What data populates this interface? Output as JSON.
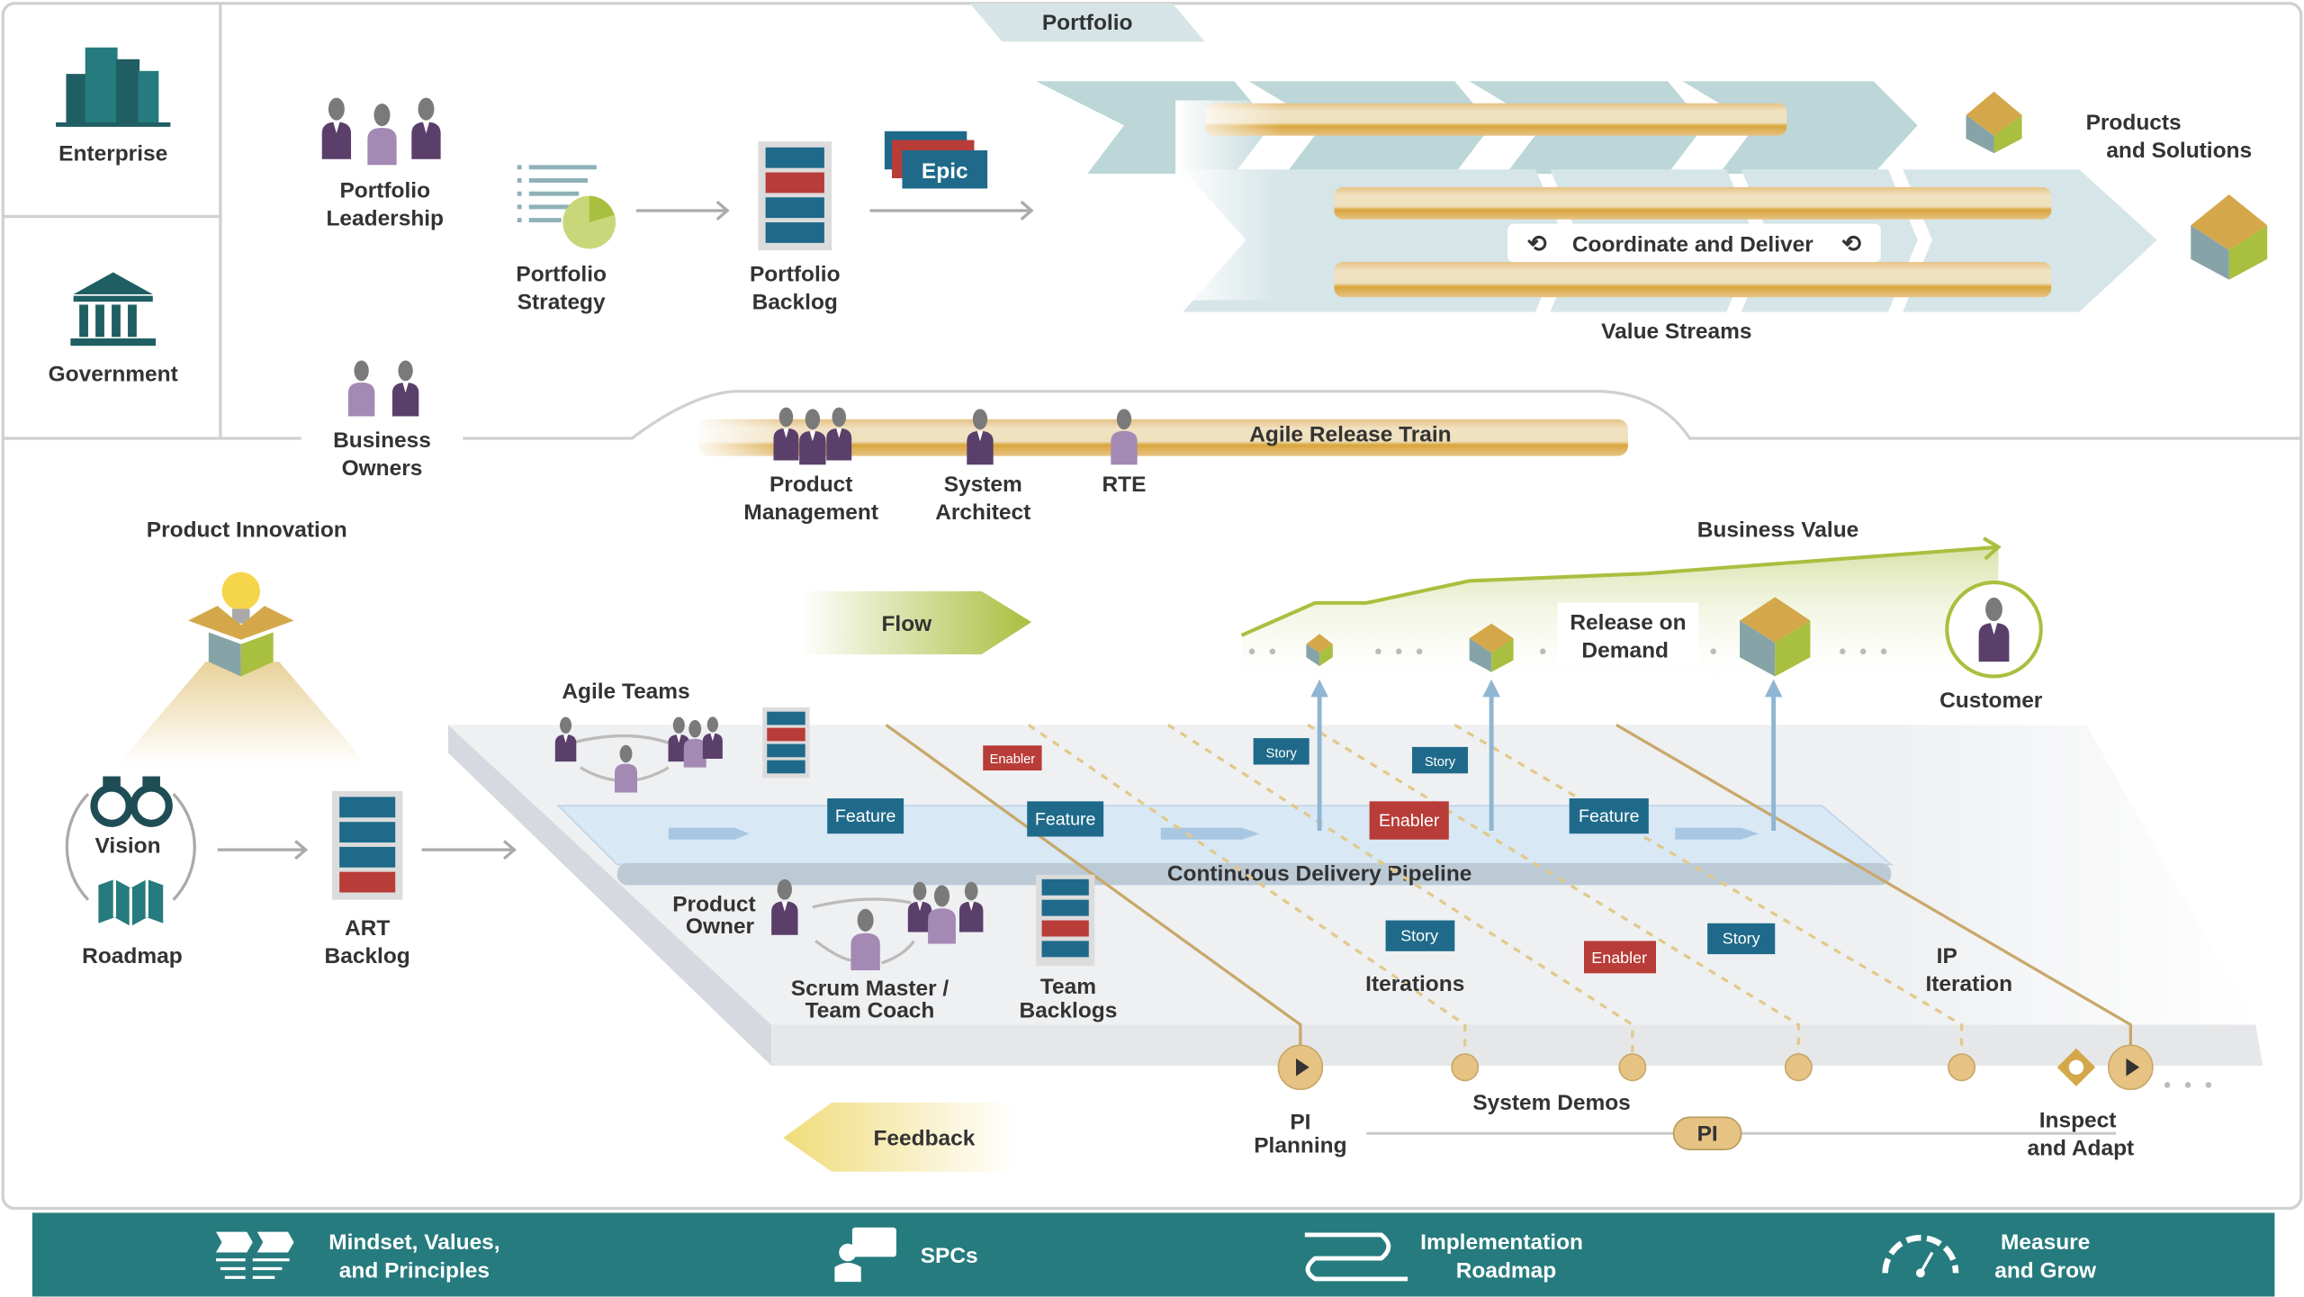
{
  "levels": {
    "enterprise": "Enterprise",
    "government": "Government"
  },
  "portfolio": {
    "tab": "Portfolio",
    "leadership": [
      "Portfolio",
      "Leadership"
    ],
    "strategy": [
      "Portfolio",
      "Strategy"
    ],
    "backlog": [
      "Portfolio",
      "Backlog"
    ],
    "epic": "Epic",
    "coordinate": "Coordinate and Deliver",
    "value_streams": "Value Streams",
    "products": [
      "Products",
      "and Solutions"
    ],
    "business_owners": [
      "Business",
      "Owners"
    ]
  },
  "art": {
    "train": "Agile Release Train",
    "product_management": [
      "Product",
      "Management"
    ],
    "system_architect": [
      "System",
      "Architect"
    ],
    "rte": "RTE",
    "product_innovation": "Product Innovation",
    "vision": "Vision",
    "roadmap": "Roadmap",
    "art_backlog": [
      "ART",
      "Backlog"
    ],
    "flow": "Flow",
    "feedback": "Feedback",
    "business_value": "Business Value",
    "release_on_demand": [
      "Release on",
      "Demand"
    ],
    "customer": "Customer",
    "agile_teams": "Agile Teams",
    "pipeline": "Continuous Delivery Pipeline",
    "product_owner": [
      "Product",
      "Owner"
    ],
    "scrum_master": [
      "Scrum Master /",
      "Team Coach"
    ],
    "team_backlogs": [
      "Team",
      "Backlogs"
    ],
    "iterations": "Iterations",
    "ip_iteration": [
      "IP",
      "Iteration"
    ],
    "system_demos": "System Demos",
    "pi_planning": [
      "PI",
      "Planning"
    ],
    "pi": "PI",
    "inspect_adapt": [
      "Inspect",
      "and Adapt"
    ],
    "cards": {
      "feature": "Feature",
      "enabler": "Enabler",
      "story": "Story"
    }
  },
  "footer": {
    "items": [
      {
        "label": [
          "Mindset, Values,",
          "and Principles"
        ],
        "icon": "mindset-icon"
      },
      {
        "label": [
          "SPCs"
        ],
        "icon": "spc-icon"
      },
      {
        "label": [
          "Implementation",
          "Roadmap"
        ],
        "icon": "roadmap-path-icon"
      },
      {
        "label": [
          "Measure",
          "and Grow"
        ],
        "icon": "gauge-icon"
      }
    ]
  },
  "colors": {
    "teal_footer": "#267b7e",
    "feature_blue": "#1f6a8a",
    "enabler_red": "#b83c38",
    "tan": "#e6c283",
    "value_stream": "#bdd6d8",
    "person_purple": "#5b3f6b",
    "green": "#a9bf3f"
  }
}
